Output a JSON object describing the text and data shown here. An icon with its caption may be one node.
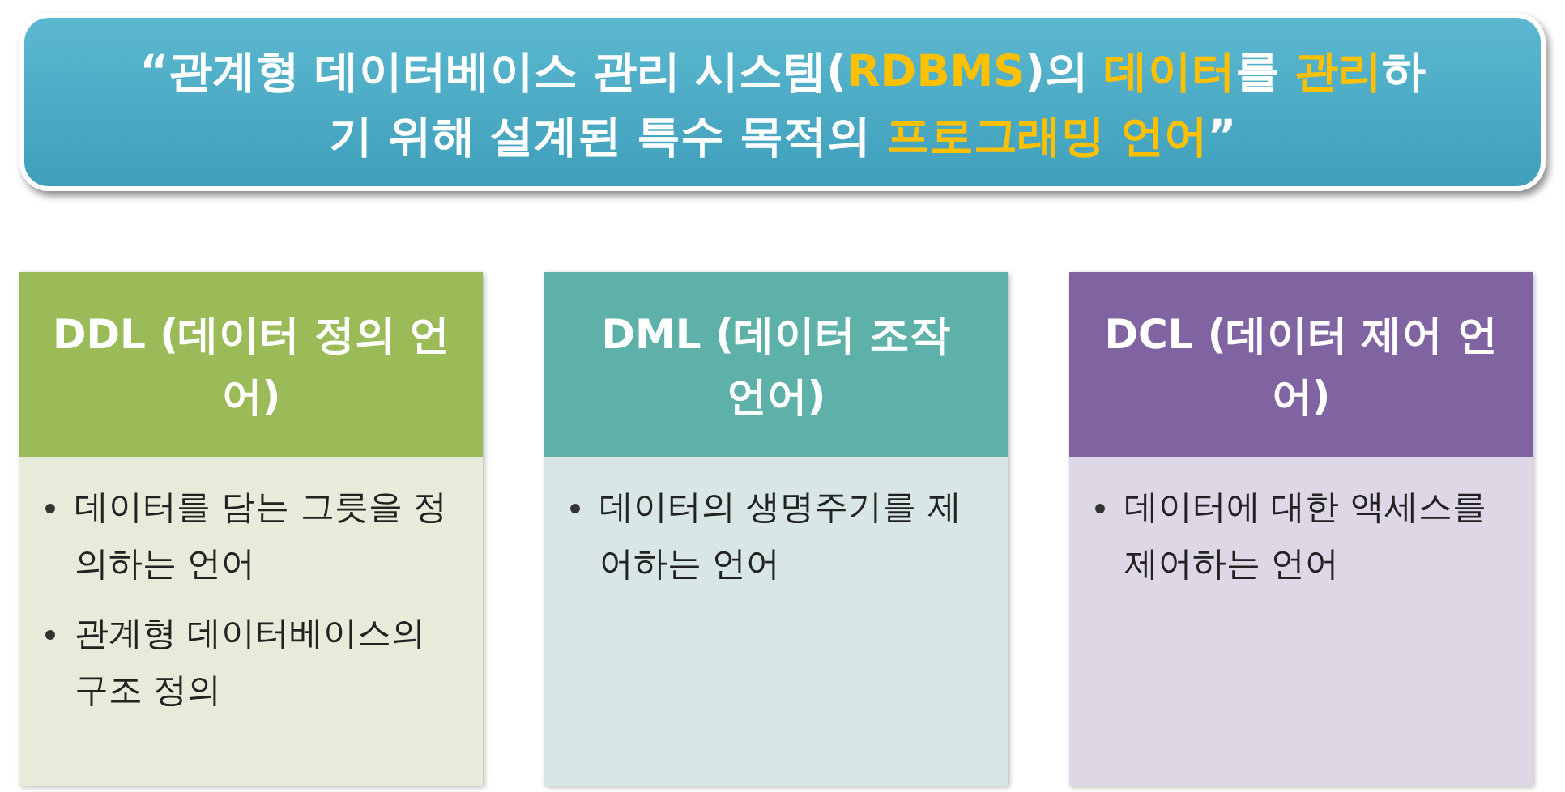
{
  "diagram": {
    "nodes": [
      {
        "text": [
          "“관계형 데이터베이스 관리 시스템(**RDBMS**)의 **데이터**를 **관리**하기 위해 설계된 특수 목적의 **프로그래밍 언어**”"
        ]
      },
      {
        "text": [
          "DDL (데이터 정의 언어)",
          "데이터를 담는 그릇을 정의하는 언어",
          "관계형 데이터베이스의 구조 정의"
        ]
      },
      {
        "text": [
          "DML (데이터 조작 언어)",
          "데이터의 생명주기를 제어하는 언어"
        ]
      },
      {
        "text": [
          "DCL (데이터 제어 언어)",
          "데이터에 대한 액세스를 제어하는 언어"
        ]
      }
    ],
    "edges": []
  }
}
